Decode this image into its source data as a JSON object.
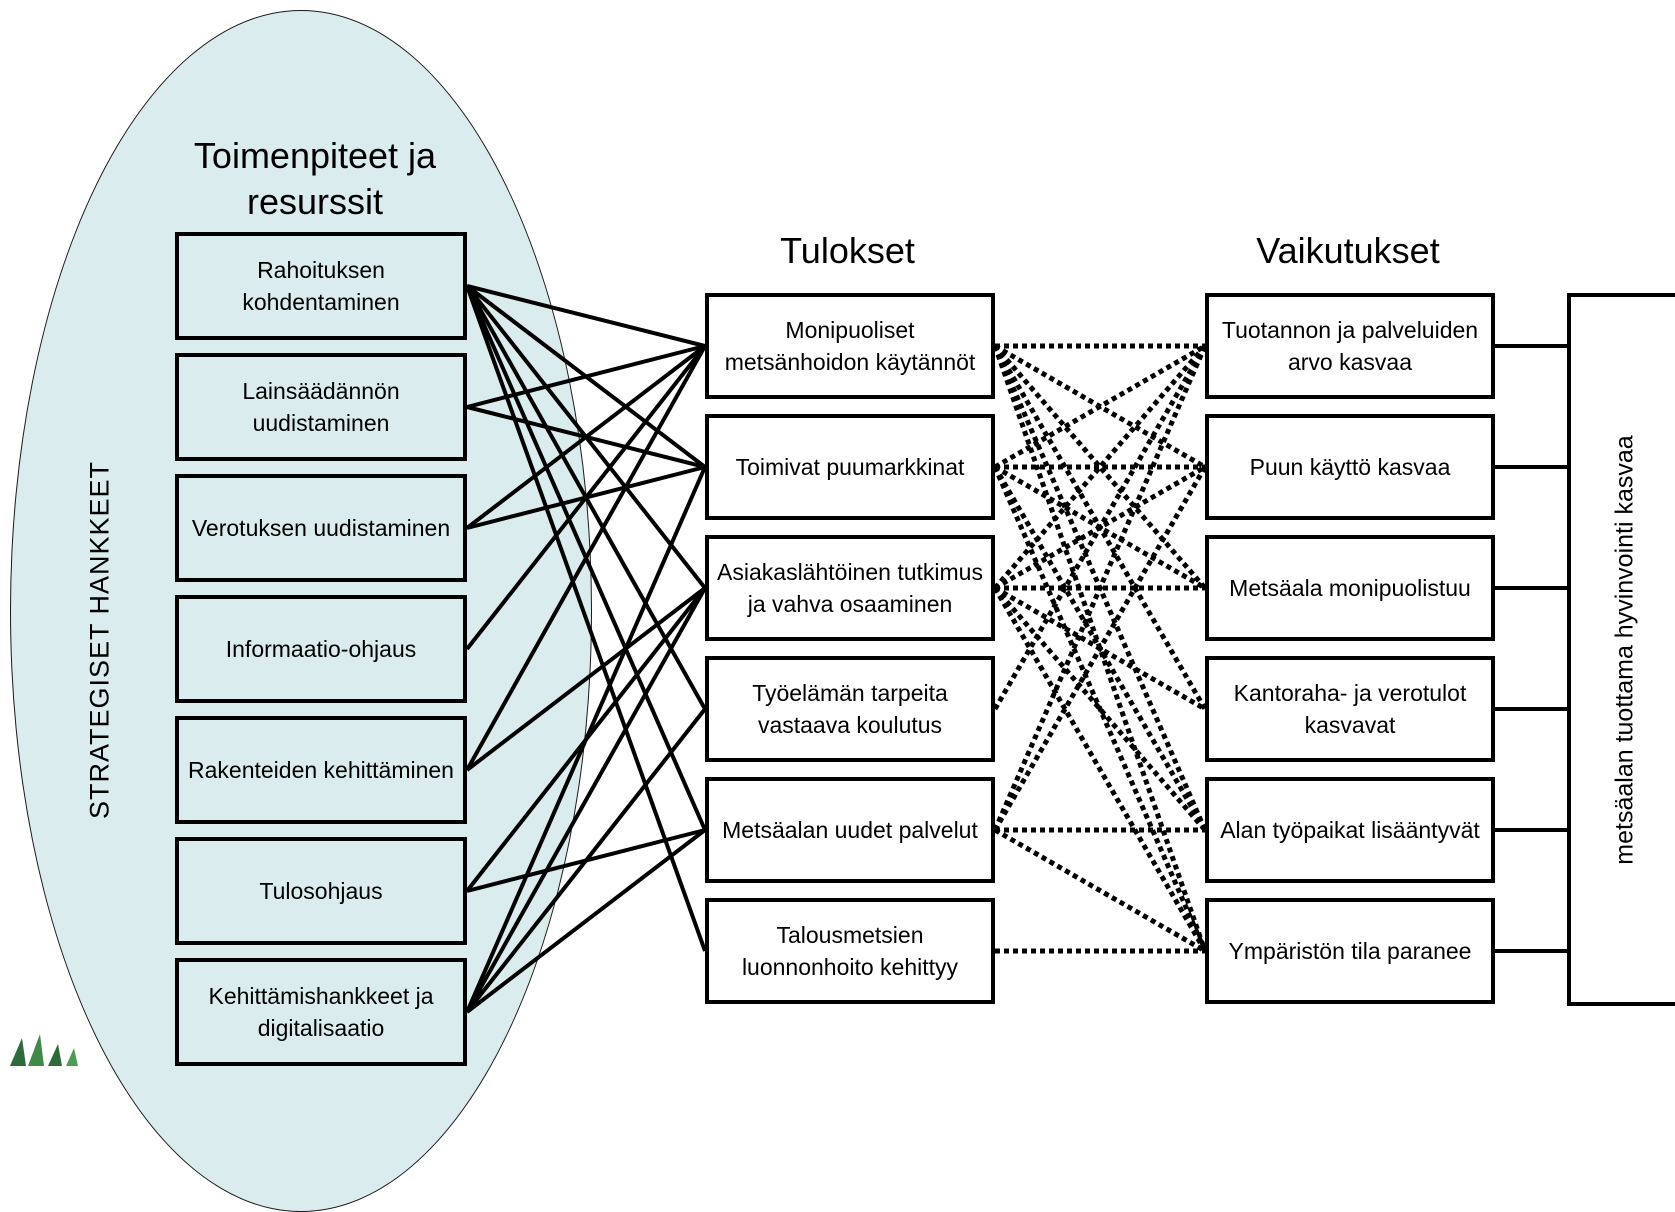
{
  "side_label": "STRATEGISET HANKKEET",
  "headings": {
    "actions": "Toimenpiteet ja\nresurssit",
    "results": "Tulokset",
    "impacts": "Vaikutukset"
  },
  "actions": [
    "Rahoituksen kohdentaminen",
    "Lainsäädännön uudistaminen",
    "Verotuksen uudistaminen",
    "Informaatio-ohjaus",
    "Rakenteiden kehittäminen",
    "Tulosohjaus",
    "Kehittämishankkeet ja digitalisaatio"
  ],
  "results": [
    "Monipuoliset metsänhoidon käytännöt",
    "Toimivat puumarkkinat",
    "Asiakaslähtöinen tutkimus ja vahva osaaminen",
    "Työelämän tarpeita vastaava koulutus",
    "Metsäalan uudet palvelut",
    "Talousmetsien luonnonhoito kehittyy"
  ],
  "impacts": [
    "Tuotannon ja palveluiden  arvo kasvaa",
    "Puun käyttö kasvaa",
    "Metsäala monipuolistuu",
    "Kantoraha- ja verotulot kasvavat",
    "Alan työpaikat lisääntyvät",
    "Ympäristön tila paranee"
  ],
  "final_outcome": "metsäalan tuottama hyvinvointi kasvaa",
  "action_links": [
    [
      0,
      0
    ],
    [
      0,
      1
    ],
    [
      0,
      2
    ],
    [
      0,
      3
    ],
    [
      0,
      4
    ],
    [
      0,
      5
    ],
    [
      1,
      0
    ],
    [
      1,
      1
    ],
    [
      2,
      0
    ],
    [
      2,
      1
    ],
    [
      3,
      0
    ],
    [
      4,
      0
    ],
    [
      4,
      2
    ],
    [
      5,
      2
    ],
    [
      5,
      4
    ],
    [
      6,
      1
    ],
    [
      6,
      2
    ],
    [
      6,
      3
    ],
    [
      6,
      4
    ]
  ],
  "result_impact_links": [
    [
      0,
      0
    ],
    [
      0,
      1
    ],
    [
      0,
      2
    ],
    [
      0,
      3
    ],
    [
      0,
      4
    ],
    [
      0,
      5
    ],
    [
      1,
      0
    ],
    [
      1,
      1
    ],
    [
      1,
      2
    ],
    [
      1,
      4
    ],
    [
      1,
      5
    ],
    [
      2,
      0
    ],
    [
      2,
      1
    ],
    [
      2,
      2
    ],
    [
      2,
      3
    ],
    [
      2,
      4
    ],
    [
      2,
      5
    ],
    [
      3,
      0
    ],
    [
      4,
      0
    ],
    [
      4,
      1
    ],
    [
      4,
      4
    ],
    [
      4,
      5
    ],
    [
      5,
      5
    ]
  ],
  "colors": {
    "ellipse_fill": "#daeced",
    "line": "#000000"
  }
}
